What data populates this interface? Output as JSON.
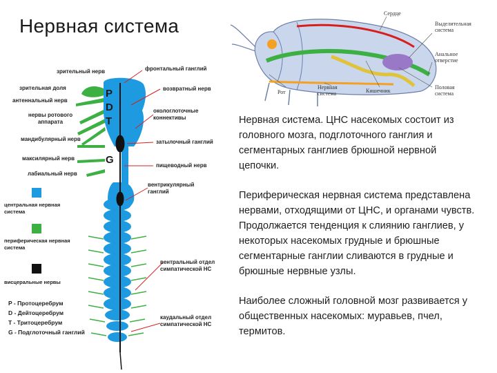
{
  "title": "Нервная система",
  "nerve_diagram": {
    "left_labels": [
      "зрительный нерв",
      "зрительная доля",
      "антеннальный нерв",
      "нервы ротового аппарата",
      "мандибулярный нерв",
      "максилярный нерв",
      "лабиальный нерв"
    ],
    "right_labels": [
      "фронтальный ганглий",
      "возвратный нерв",
      "окологлоточные коннективы",
      "затылочный ганглий",
      "пищеводный нерв",
      "вентрикулярный ганглий",
      "вентральный отдел симпатической НС",
      "каудальный отдел симпатической НС"
    ],
    "brain_letters": [
      "P",
      "D",
      "T",
      "G"
    ],
    "legend": [
      {
        "label": "центральная нервная система",
        "color": "#1e9be0"
      },
      {
        "label": "периферическая нервная система",
        "color": "#3cb043"
      },
      {
        "label": "висцеральные нервы",
        "color": "#111111"
      }
    ],
    "abbreviations": [
      "P - Протоцеребрум",
      "D - Дейтоцеребрум",
      "T - Тритоцеребрум",
      "G - Подглоточный ганглий"
    ]
  },
  "insect_diagram": {
    "labels": [
      "Сердце",
      "Выделительная система",
      "Анальное отверстие",
      "Половая система",
      "Кишечник",
      "Нервная система",
      "Рот"
    ]
  },
  "description": [
    "Нервная система. ЦНС насекомых состоит из головного мозга, подглоточного ганглия и сегментарных ганглиев брюшной нервной цепочки.",
    "Периферическая нервная система представлена нервами, отходящими от ЦНС, и органами чувств. Продолжается тенденция к слиянию ганглиев, у некоторых насекомых грудные и брюшные сегментарные ганглии сливаются в грудные и брюшные нервные узлы.",
    "Наиболее сложный головной мозг развивается у общественных насекомых: муравьев, пчел, термитов."
  ]
}
